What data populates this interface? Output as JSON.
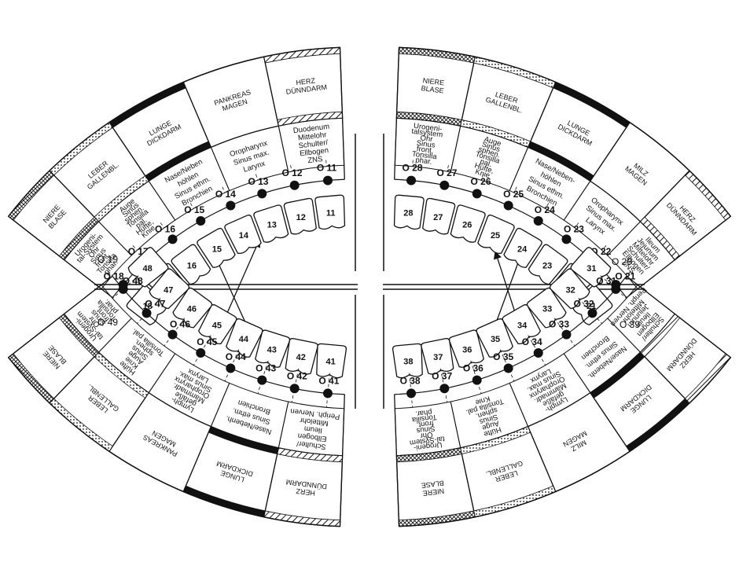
{
  "corner_labels": {
    "q1": "O 19",
    "q2": "O 29",
    "q3": "O 39",
    "q4": "O 49"
  },
  "quadrants": {
    "q1": {
      "organs": [
        [
          "HERZ",
          "DÜNNDARM"
        ],
        [
          "PANKREAS",
          "MAGEN"
        ],
        [
          "LUNGE",
          "DICKDARM"
        ],
        [
          "LEBER",
          "GALLENBL."
        ],
        [
          "NIERE",
          "BLASE"
        ]
      ],
      "regions": [
        [
          "Duodenum",
          "Mittelohr",
          "Schulter/",
          "Ellbogen",
          "ZNS"
        ],
        [
          "Oropharynx",
          "Sinus max.",
          "Larynx"
        ],
        [
          "Nase/Neben",
          "höhlen",
          "Sinus ethm.",
          "Bronchien"
        ],
        [
          "Auge",
          "Sinus",
          "sphen.",
          "Tonsilla",
          "pal.",
          "Hüfte,",
          "Knie"
        ],
        [
          "Urogeni-",
          "tal-System",
          "Ohr",
          "Sinus",
          "front.",
          "Tonsilla",
          "phar."
        ]
      ],
      "teeth": [
        "18",
        "17",
        "16",
        "15",
        "14",
        "13",
        "12",
        "11"
      ],
      "points": [
        "O 18",
        "O 17",
        "O 16",
        "O 15",
        "O 14",
        "O 13",
        "O 12",
        "O 11"
      ]
    },
    "q2": {
      "organs": [
        [
          "NIERE",
          "BLASE"
        ],
        [
          "LEBER",
          "GALLENBL."
        ],
        [
          "LUNGE",
          "DICKDARM"
        ],
        [
          "MILZ",
          "MAGEN"
        ],
        [
          "HERZ",
          "DÜNNDARM"
        ]
      ],
      "regions": [
        [
          "Urogeni-",
          "talsystem",
          "Ohr",
          "Sinus",
          "front.",
          "Tonsilla",
          "phar."
        ],
        [
          "Auge",
          "Sinus",
          "sphen.",
          "Tonsilla",
          "pal.",
          "Hüfte,",
          "Knie"
        ],
        [
          "Nase/Neben-",
          "höhlen",
          "Sinus ethm.",
          "Bronchien"
        ],
        [
          "Oropharynx",
          "Sinus max.",
          "Larynx"
        ],
        [
          "Ileum",
          "Jejunum",
          "Mittelohr",
          "Schulter/",
          "Ellbogen",
          "ZNS"
        ]
      ],
      "teeth": [
        "21",
        "22",
        "23",
        "24",
        "25",
        "26",
        "27",
        "28"
      ],
      "points": [
        "O 21",
        "O 22",
        "O 23",
        "O 24",
        "O 25",
        "O 26",
        "O 27",
        "O 28"
      ]
    },
    "q3": {
      "organs": [
        [
          "NIERE",
          "BLASE"
        ],
        [
          "LEBER",
          "GALLENBL."
        ],
        [
          "MILZ",
          "MAGEN"
        ],
        [
          "LUNGE",
          "DICKDARM"
        ],
        [
          "HERZ",
          "DÜNNDARM"
        ]
      ],
      "regions": [
        [
          "Urogeni-",
          "tal-System",
          "Ohr",
          "Sinus",
          "front.",
          "Tonsilla",
          "phar."
        ],
        [
          "Hüfte",
          "Auge",
          "Sinus",
          "sphen.",
          "Tonsilla pal.",
          "Knie"
        ],
        [
          "Lymph-",
          "gefäße",
          "Mammadr.",
          "Oropharynx",
          "Sinus max.",
          "Larynx"
        ],
        [
          "Nase/Nebenh.",
          "Sinus ethm.",
          "Bronchien"
        ],
        [
          "Schulter/",
          "Ellbogen",
          "Ileum",
          "Jejunum",
          "Mittelohr",
          "Periph. Nerven"
        ]
      ],
      "teeth": [
        "31",
        "32",
        "33",
        "34",
        "35",
        "36",
        "37",
        "38"
      ],
      "points": [
        "O 31",
        "O 32",
        "O 33",
        "O 34",
        "O 35",
        "O 36",
        "O 37",
        "O 38"
      ]
    },
    "q4": {
      "organs": [
        [
          "HERZ",
          "DÜNNDARM"
        ],
        [
          "LUNGE",
          "DICKDARM"
        ],
        [
          "PANKREAS",
          "MAGEN"
        ],
        [
          "LEBER",
          "GALLENBL."
        ],
        [
          "NIERE",
          "BLASE"
        ]
      ],
      "regions": [
        [
          "Schulter/",
          "Ellbogen",
          "Ileum",
          "Mittelohr",
          "Periph. Nerven"
        ],
        [
          "Nase/Nebenh.",
          "Sinus ethm.",
          "Bronchien"
        ],
        [
          "Lymph-",
          "gefäße",
          "Mammadr.",
          "Oropharynx",
          "Sinus max.",
          "Larynx"
        ],
        [
          "Hüfte",
          "Knie",
          "Auge",
          "Sinus",
          "sphen.",
          "Tonsilla pal."
        ],
        [
          "Urogeni-",
          "tal-System",
          "Ohr",
          "Sinus",
          "front.",
          "Tonsilla",
          "phar."
        ]
      ],
      "teeth": [
        "48",
        "47",
        "46",
        "45",
        "44",
        "43",
        "42",
        "41"
      ],
      "points": [
        "O 48",
        "O 47",
        "O 46",
        "O 45",
        "O 44",
        "O 43",
        "O 42",
        "O 41"
      ]
    }
  }
}
